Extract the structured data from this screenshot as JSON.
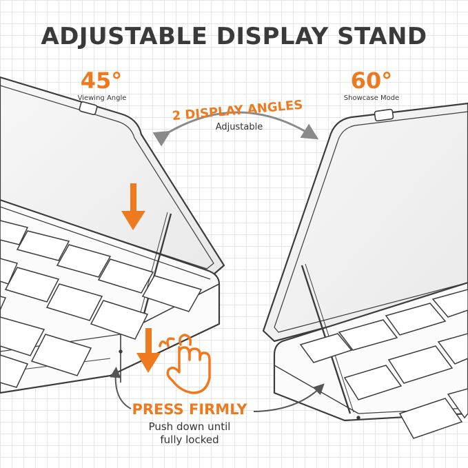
{
  "title": "ADJUSTABLE DISPLAY STAND",
  "left_angle": {
    "value": "45°",
    "caption": "Viewing Angle"
  },
  "right_angle": {
    "value": "60°",
    "caption": "Showcase Mode"
  },
  "center_callout": {
    "headline": "2 DISPLAY ANGLES",
    "caption": "Adjustable"
  },
  "press_callout": {
    "headline": "PRESS FIRMLY",
    "line1": "Push down until",
    "line2": "fully locked"
  },
  "colors": {
    "accent": "#ee7a20",
    "text": "#3a3a3a",
    "outline": "#3b3b3b",
    "grid": "#e6e6e6"
  },
  "icons": [
    "arrow-down-icon",
    "hand-press-icon",
    "curved-arrow-icon"
  ]
}
